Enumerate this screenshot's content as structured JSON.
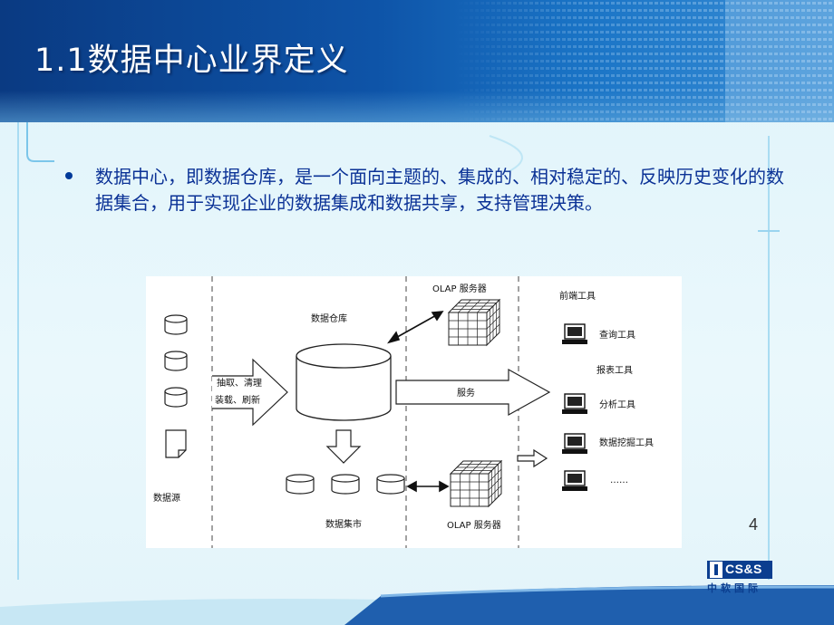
{
  "slide": {
    "title": "1.1数据中心业界定义",
    "bullet": "数据中心，即数据仓库，是一个面向主题的、集成的、相对稳定的、反映历史变化的数据集合，用于实现企业的数据集成和数据共享，支持管理决策。",
    "page_number": "4"
  },
  "diagram": {
    "data_source_label": "数据源",
    "extract_clean_label": "抽取、清理",
    "load_refresh_label": "装载、刷新",
    "warehouse_label": "数据仓库",
    "service_label": "服务",
    "data_mart_label": "数据集市",
    "olap_top_label": "OLAP 服务器",
    "olap_bottom_label": "OLAP 服务器",
    "frontend_label": "前端工具",
    "tools": [
      "查询工具",
      "报表工具",
      "分析工具",
      "数据挖掘工具",
      "……"
    ]
  },
  "logo": {
    "brand": "CS&S",
    "cn": "中软国际"
  }
}
